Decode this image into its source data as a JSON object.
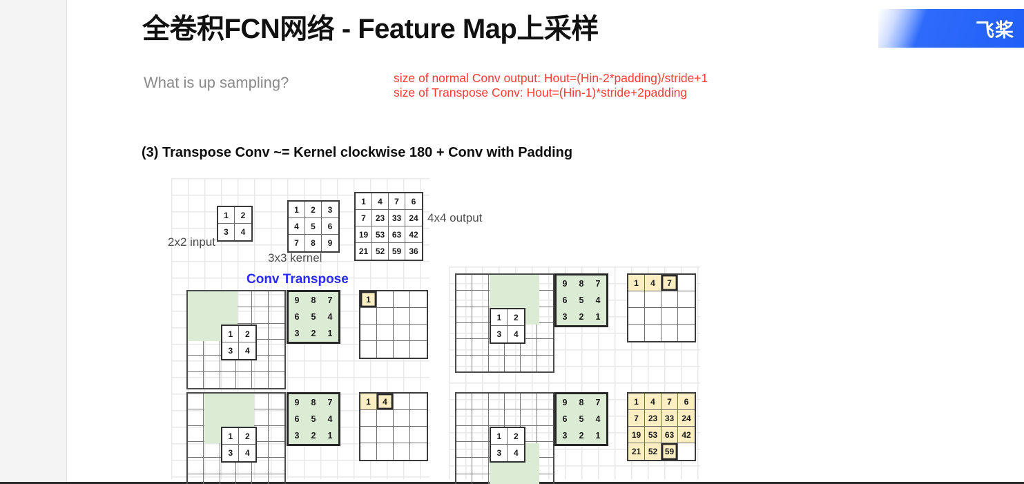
{
  "header": {
    "title": "全卷积FCN网络 - Feature Map上采样",
    "logo_text": "飞桨",
    "logo_name": "paddlepaddle-logo"
  },
  "subtitle": "What is up sampling?",
  "formula": {
    "line1": "size of normal Conv output: Hout=(Hin-2*padding)/stride+1",
    "line2": "size of Transpose Conv: Hout=(Hin-1)*stride+2padding",
    "color": "#fc3b34"
  },
  "section_heading": "(3) Transpose Conv ~= Kernel clockwise 180 + Conv with Padding",
  "colors": {
    "green_window": "#dcecd4",
    "yellow_fill": "#fbeec3",
    "blue_label": "#2b2bf0",
    "grid_line": "#e8e8e8"
  },
  "top_row": {
    "input_label": "2x2 input",
    "input_matrix": [
      [
        "1",
        "2"
      ],
      [
        "3",
        "4"
      ]
    ],
    "kernel_label": "3x3 kernel",
    "kernel_matrix": [
      [
        "1",
        "2",
        "3"
      ],
      [
        "4",
        "5",
        "6"
      ],
      [
        "7",
        "8",
        "9"
      ]
    ],
    "output_label": "4x4 output",
    "output_matrix": [
      [
        "1",
        "4",
        "7",
        "6"
      ],
      [
        "7",
        "23",
        "33",
        "24"
      ],
      [
        "19",
        "53",
        "63",
        "42"
      ],
      [
        "21",
        "52",
        "59",
        "36"
      ]
    ]
  },
  "conv_transpose_label": "Conv Transpose",
  "flipped_kernel": [
    [
      "9",
      "8",
      "7"
    ],
    [
      "6",
      "5",
      "4"
    ],
    [
      "3",
      "2",
      "1"
    ]
  ],
  "steps": [
    {
      "name": "step-1",
      "window_col": 0,
      "window_row": 0,
      "input_matrix": [
        [
          "1",
          "2"
        ],
        [
          "3",
          "4"
        ]
      ],
      "output_cells": [
        [
          "1",
          "",
          "",
          ""
        ],
        [
          "",
          "",
          "",
          ""
        ],
        [
          "",
          "",
          "",
          ""
        ],
        [
          "",
          "",
          "",
          ""
        ]
      ],
      "filled": [
        [
          true,
          false,
          false,
          false
        ],
        [
          false,
          false,
          false,
          false
        ],
        [
          false,
          false,
          false,
          false
        ],
        [
          false,
          false,
          false,
          false
        ]
      ],
      "current": [
        0,
        0
      ]
    },
    {
      "name": "step-2",
      "window_col": 2,
      "window_row": 0,
      "input_matrix": [
        [
          "1",
          "2"
        ],
        [
          "3",
          "4"
        ]
      ],
      "output_cells": [
        [
          "1",
          "4",
          "7",
          ""
        ],
        [
          "",
          "",
          "",
          ""
        ],
        [
          "",
          "",
          "",
          ""
        ],
        [
          "",
          "",
          "",
          ""
        ]
      ],
      "filled": [
        [
          true,
          true,
          true,
          false
        ],
        [
          false,
          false,
          false,
          false
        ],
        [
          false,
          false,
          false,
          false
        ],
        [
          false,
          false,
          false,
          false
        ]
      ],
      "current": [
        0,
        2
      ]
    },
    {
      "name": "step-3",
      "window_col": 1,
      "window_row": 0,
      "input_matrix": [
        [
          "1",
          "2"
        ],
        [
          "3",
          "4"
        ]
      ],
      "output_cells": [
        [
          "1",
          "4",
          "",
          ""
        ],
        [
          "",
          "",
          "",
          ""
        ],
        [
          "",
          "",
          "",
          ""
        ],
        [
          "",
          "",
          "",
          ""
        ]
      ],
      "filled": [
        [
          true,
          true,
          false,
          false
        ],
        [
          false,
          false,
          false,
          false
        ],
        [
          false,
          false,
          false,
          false
        ],
        [
          false,
          false,
          false,
          false
        ]
      ],
      "current": [
        0,
        1
      ]
    },
    {
      "name": "step-4",
      "window_col": 2,
      "window_row": 3,
      "input_matrix": [
        [
          "1",
          "2"
        ],
        [
          "3",
          "4"
        ]
      ],
      "output_cells": [
        [
          "1",
          "4",
          "7",
          "6"
        ],
        [
          "7",
          "23",
          "33",
          "24"
        ],
        [
          "19",
          "53",
          "63",
          "42"
        ],
        [
          "21",
          "52",
          "59",
          ""
        ]
      ],
      "filled": [
        [
          true,
          true,
          true,
          true
        ],
        [
          true,
          true,
          true,
          true
        ],
        [
          true,
          true,
          true,
          true
        ],
        [
          true,
          true,
          true,
          false
        ]
      ],
      "current": [
        3,
        2
      ]
    }
  ]
}
